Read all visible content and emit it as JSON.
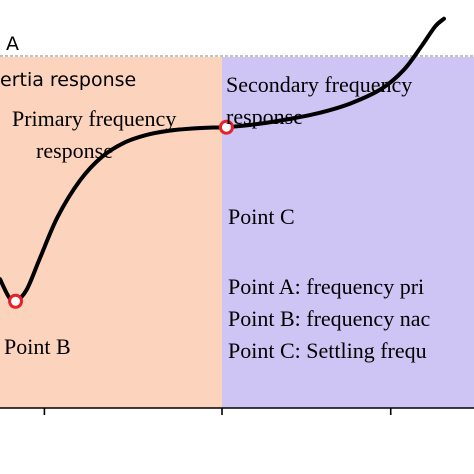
{
  "chart_data": {
    "type": "line",
    "title": "",
    "xlabel": "",
    "ylabel": "",
    "x_range": [
      0,
      100
    ],
    "y_range": [
      0,
      100
    ],
    "x_ticks": [
      10,
      50,
      88
    ],
    "grid": false,
    "legend": "none",
    "colors": {
      "curve": "#000000",
      "primary_region": "#fcd3bd",
      "secondary_region": "#cfc5f4",
      "marker_edge": "#e8202a"
    },
    "regions": [
      {
        "label": "Primary frequency response",
        "x_start": 0,
        "x_end": 50
      },
      {
        "label": "Secondary frequency response",
        "x_start": 50,
        "x_end": 100
      }
    ],
    "series": [
      {
        "x": [
          0,
          2,
          3.5,
          6,
          9,
          13,
          18,
          23,
          28,
          33,
          38,
          43,
          48,
          51,
          58,
          65,
          72,
          79,
          86,
          91,
          95,
          98,
          100
        ],
        "y": [
          36.7,
          31.6,
          30.4,
          33.7,
          42.7,
          54.5,
          64.8,
          71.6,
          75.6,
          77.8,
          79.0,
          79.6,
          79.9,
          80.0,
          80.9,
          82.3,
          84.1,
          86.8,
          91.0,
          96.4,
          103.2,
          108.7,
          110.9
        ]
      }
    ],
    "points": [
      {
        "name": "Point B",
        "x": 3.5,
        "y": 30.4
      },
      {
        "name": "Point C",
        "x": 51,
        "y": 80.0
      }
    ],
    "panel_label": "A",
    "annotations": {
      "inertia": "ertia response",
      "primary_line1": "Primary frequency",
      "primary_line2": "response",
      "secondary_line1": "Secondary frequency",
      "secondary_line2": "response",
      "point_b": "Point B",
      "point_c": "Point C",
      "legend_a": "Point A: frequency pri",
      "legend_b": "Point B: frequency nac",
      "legend_c": "Point C: Settling frequ"
    }
  }
}
